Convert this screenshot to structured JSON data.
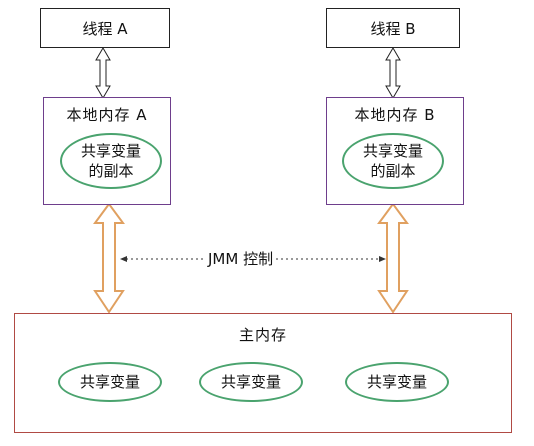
{
  "thread_a": {
    "label": "线程 A"
  },
  "thread_b": {
    "label": "线程 B"
  },
  "local_a": {
    "title": "本地内存 A",
    "ellipse_line1": "共享变量",
    "ellipse_line2": "的副本"
  },
  "local_b": {
    "title": "本地内存 B",
    "ellipse_line1": "共享变量",
    "ellipse_line2": "的副本"
  },
  "jmm_label": "JMM 控制",
  "main_memory": {
    "title": "主内存",
    "variables": [
      "共享变量",
      "共享变量",
      "共享变量"
    ]
  },
  "colors": {
    "local_border": "#6e3e8c",
    "main_border": "#b04a44",
    "ellipse_border": "#4aa36e",
    "orange_arrow": "#e0a060"
  }
}
